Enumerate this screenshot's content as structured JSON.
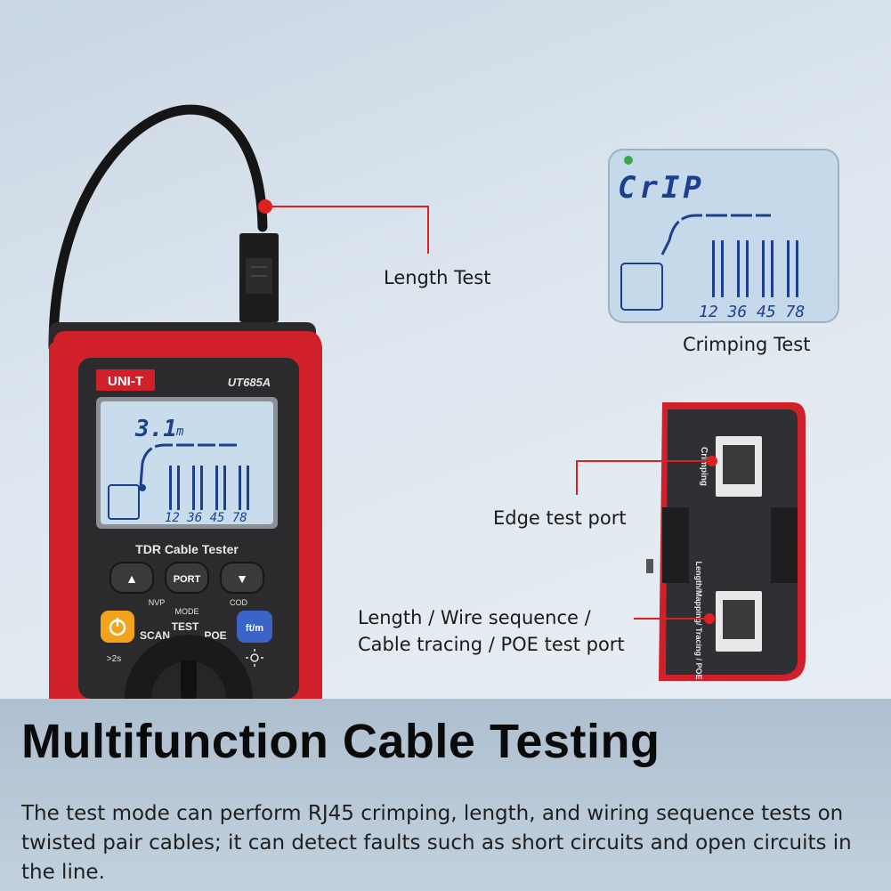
{
  "device": {
    "brand": "UNI-T",
    "model": "UT685A",
    "title": "TDR Cable Tester",
    "screen_reading": "3.1",
    "screen_unit": "m",
    "pin_labels": "12 36 45 78",
    "buttons": {
      "up": "▲",
      "port": "PORT",
      "down": "▼",
      "nvp": "NVP",
      "mode": "MODE",
      "cod": "COD",
      "power_hold": ">2s",
      "scan": "SCAN",
      "test": "TEST",
      "poe": "POE",
      "ftm": "ft/m"
    }
  },
  "crimp_screen": {
    "label": "CrIP",
    "pin_labels": "12 36 45 78"
  },
  "port_labels": {
    "crimping": "Crimping",
    "length_mapping": "Length/Mapping/ Tracing / POE"
  },
  "callouts": {
    "length_test": "Length Test",
    "crimping_test": "Crimping Test",
    "edge_port": "Edge test port",
    "multi_port_line1": "Length / Wire sequence /",
    "multi_port_line2": "Cable tracing / POE test port"
  },
  "headline": "Multifunction Cable Testing",
  "description": "The test mode can perform RJ45 crimping, length, and wiring sequence tests on twisted pair cables; it can detect faults such as short circuits and open circuits in the line.",
  "colors": {
    "device_red": "#d0202a",
    "device_dark": "#2b2b2d",
    "lcd_bg": "#c8dcec",
    "lcd_ink": "#1c3f8f",
    "callout_line": "#e02020",
    "power_button": "#f3a21b",
    "ftm_button": "#3a64c8"
  }
}
